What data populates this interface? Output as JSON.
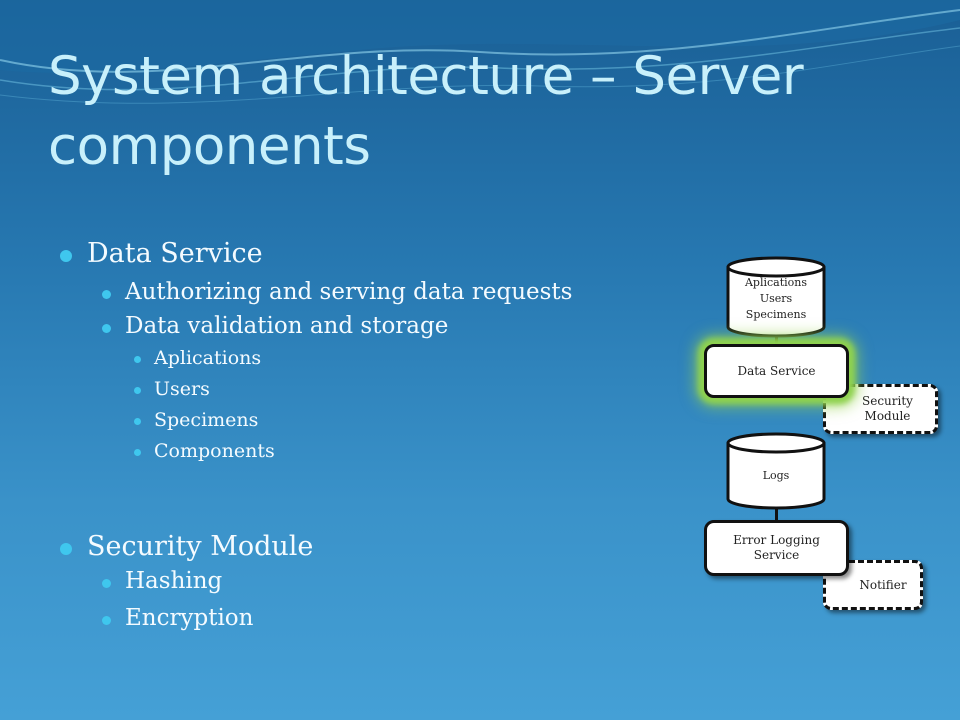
{
  "slide": {
    "title": "System architecture – Server components"
  },
  "bullets": {
    "data_service": "Data Service",
    "authorizing": "Authorizing and serving data requests",
    "validation": "Data validation and storage",
    "items": [
      "Aplications",
      "Users",
      "Specimens",
      "Components"
    ],
    "security_module": "Security Module",
    "hashing": "Hashing",
    "encryption": "Encryption"
  },
  "diagram": {
    "db_top_lines": [
      "Aplications",
      "Users",
      "Specimens"
    ],
    "data_service": "Data Service",
    "security_module_lines": [
      "Security",
      "Module"
    ],
    "logs": "Logs",
    "error_logging_lines": [
      "Error Logging",
      "Service"
    ],
    "notifier": "Notifier"
  }
}
